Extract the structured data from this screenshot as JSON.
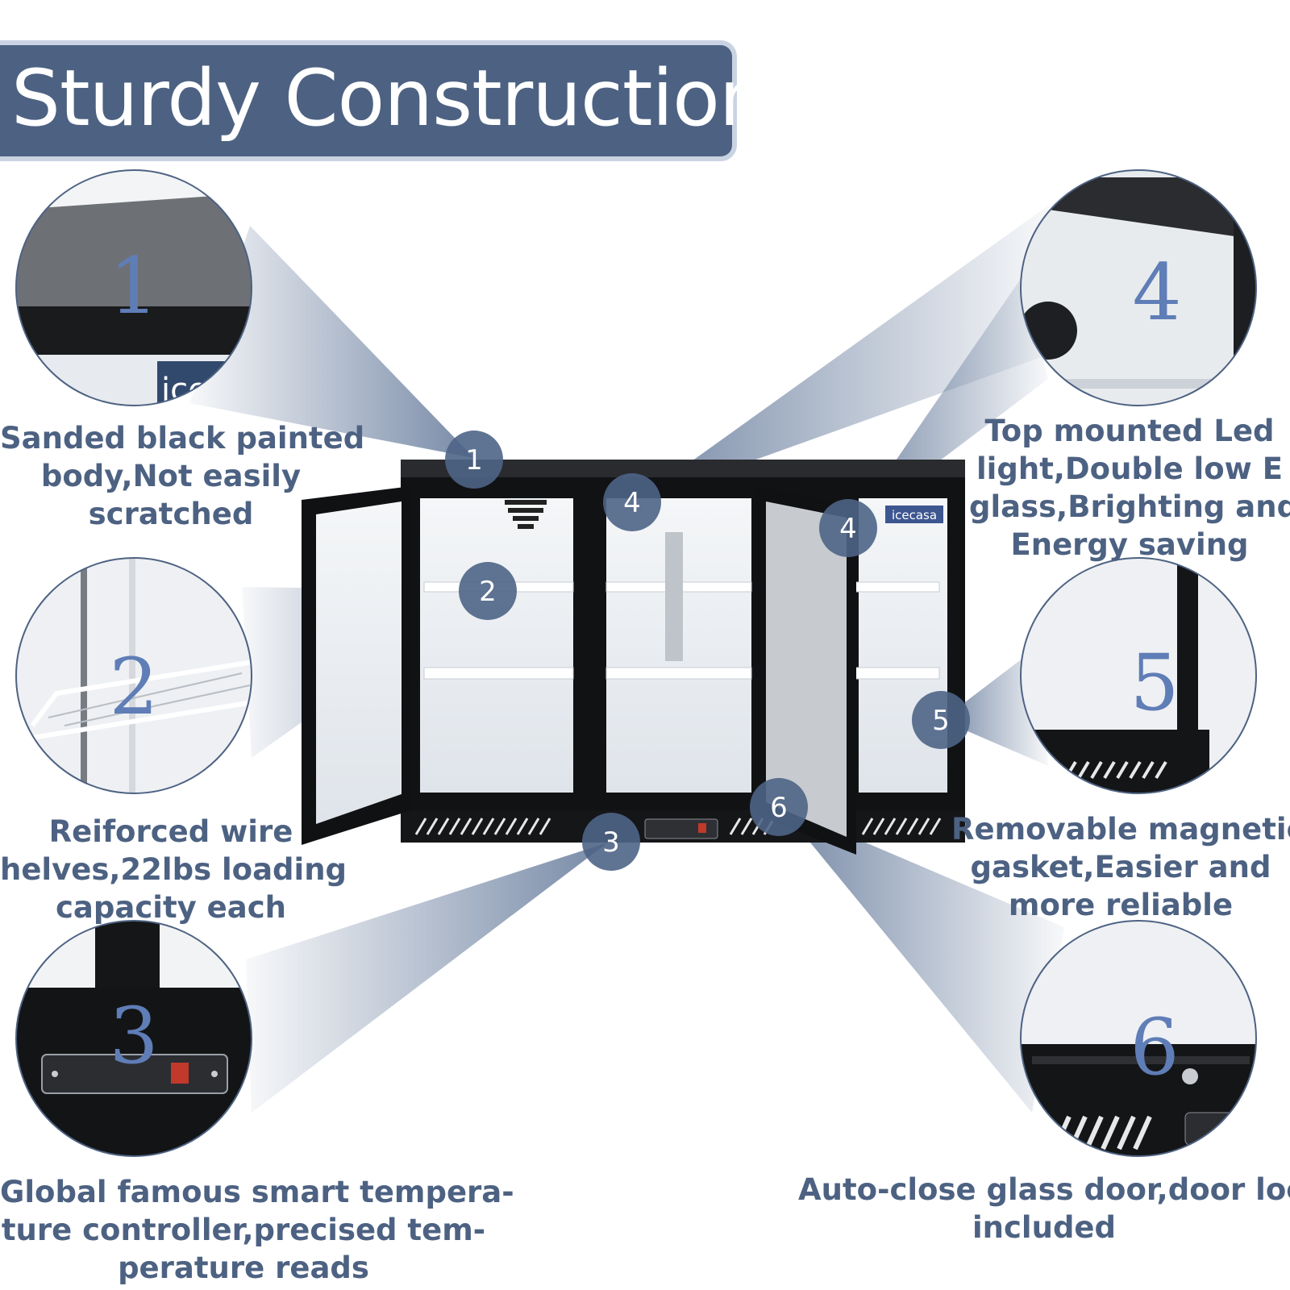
{
  "title": "Sturdy Construction:",
  "fridge": {
    "brand": "icecasa"
  },
  "features": [
    {
      "number": "1",
      "caption_lines": [
        "Sanded black painted",
        "body,Not easily",
        "scratched"
      ],
      "detail_brand_text": "ice"
    },
    {
      "number": "2",
      "caption_lines": [
        "Reiforced wire",
        "helves,22lbs loading",
        "capacity each"
      ]
    },
    {
      "number": "3",
      "caption_lines": [
        "Global famous smart tempera-",
        "ture controller,precised tem-",
        "perature reads"
      ]
    },
    {
      "number": "4",
      "caption_lines": [
        "Top mounted Led",
        "light,Double low E",
        "glass,Brighting and",
        "Energy saving"
      ]
    },
    {
      "number": "5",
      "caption_lines": [
        "Removable magnetic",
        "gasket,Easier and",
        "more reliable"
      ]
    },
    {
      "number": "6",
      "caption_lines": [
        "Auto-close glass door,door lock",
        "included"
      ]
    }
  ],
  "markers": [
    {
      "feature": "1",
      "label": "1"
    },
    {
      "feature": "2",
      "label": "2"
    },
    {
      "feature": "3",
      "label": "3"
    },
    {
      "feature": "4",
      "label": "4"
    },
    {
      "feature": "4",
      "label": "4"
    },
    {
      "feature": "5",
      "label": "5"
    },
    {
      "feature": "6",
      "label": "6"
    }
  ]
}
